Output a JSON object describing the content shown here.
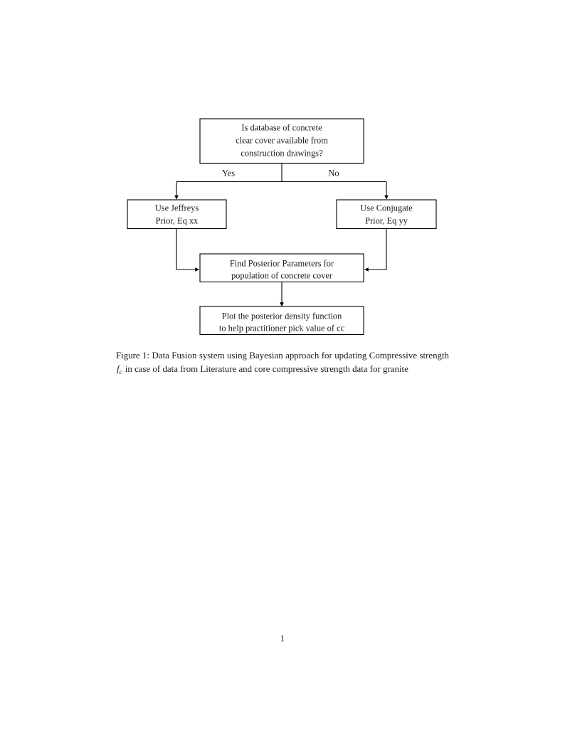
{
  "document": {
    "page_number": "1"
  },
  "figure": {
    "nodes": {
      "decision": {
        "line1": "Is database of concrete",
        "line2": "clear cover available from",
        "line3": "construction drawings?"
      },
      "jeffreys": {
        "line1": "Use Jeffreys",
        "line2": "Prior, Eq xx"
      },
      "conjugate": {
        "line1": "Use Conjugate",
        "line2": "Prior, Eq yy"
      },
      "posterior": {
        "line1": "Find Posterior Parameters for",
        "line2": "population of concrete cover"
      },
      "plot": {
        "line1": "Plot the posterior density function",
        "line2": "to help practitioner pick value of cc"
      }
    },
    "edge_labels": {
      "yes": "Yes",
      "no": "No"
    }
  },
  "caption": {
    "label": "Figure 1:",
    "text_before_math": "Data Fusion system using Bayesian approach for updating Compressive strength",
    "math_variable": "f",
    "math_subscript": "c",
    "text_after_math": "in case of data from Literature and core compressive strength data for granite"
  },
  "colors": {
    "ink": "#1a1a1a",
    "stroke": "#000000",
    "paper": "#ffffff"
  }
}
